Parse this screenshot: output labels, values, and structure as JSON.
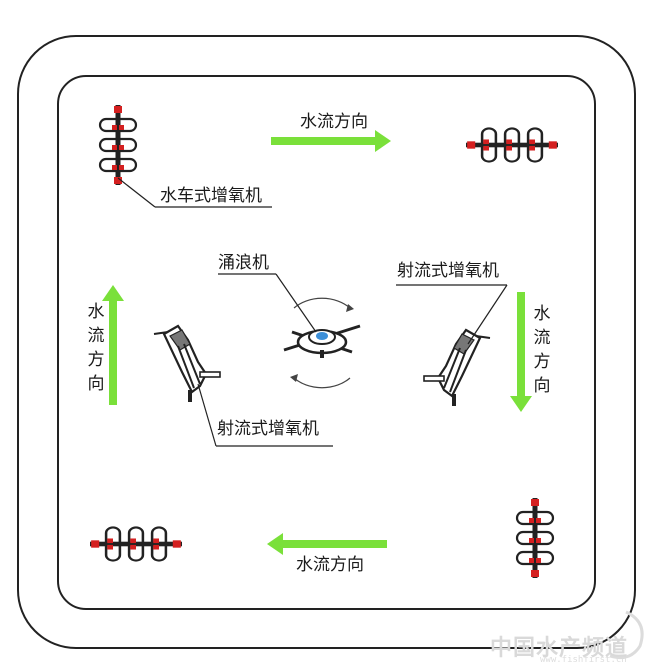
{
  "labels": {
    "paddlewheel_aerator": "水车式增氧机",
    "surge_aerator": "涌浪机",
    "jet_aerator_right": "射流式增氧机",
    "jet_aerator_left": "射流式增氧机",
    "flow_direction_top": "水流方向",
    "flow_direction_bottom": "水流方向",
    "flow_direction_left": [
      "水",
      "流",
      "方",
      "向"
    ],
    "flow_direction_right": [
      "水",
      "流",
      "方",
      "向"
    ]
  },
  "watermark": {
    "text": "中国水产频道",
    "url": "www.fishfirst.cn"
  },
  "colors": {
    "arrow": "#7ae03a",
    "outline": "#222222",
    "paddle_dot": "#d42020",
    "surge_blue": "#3c8fd8"
  }
}
